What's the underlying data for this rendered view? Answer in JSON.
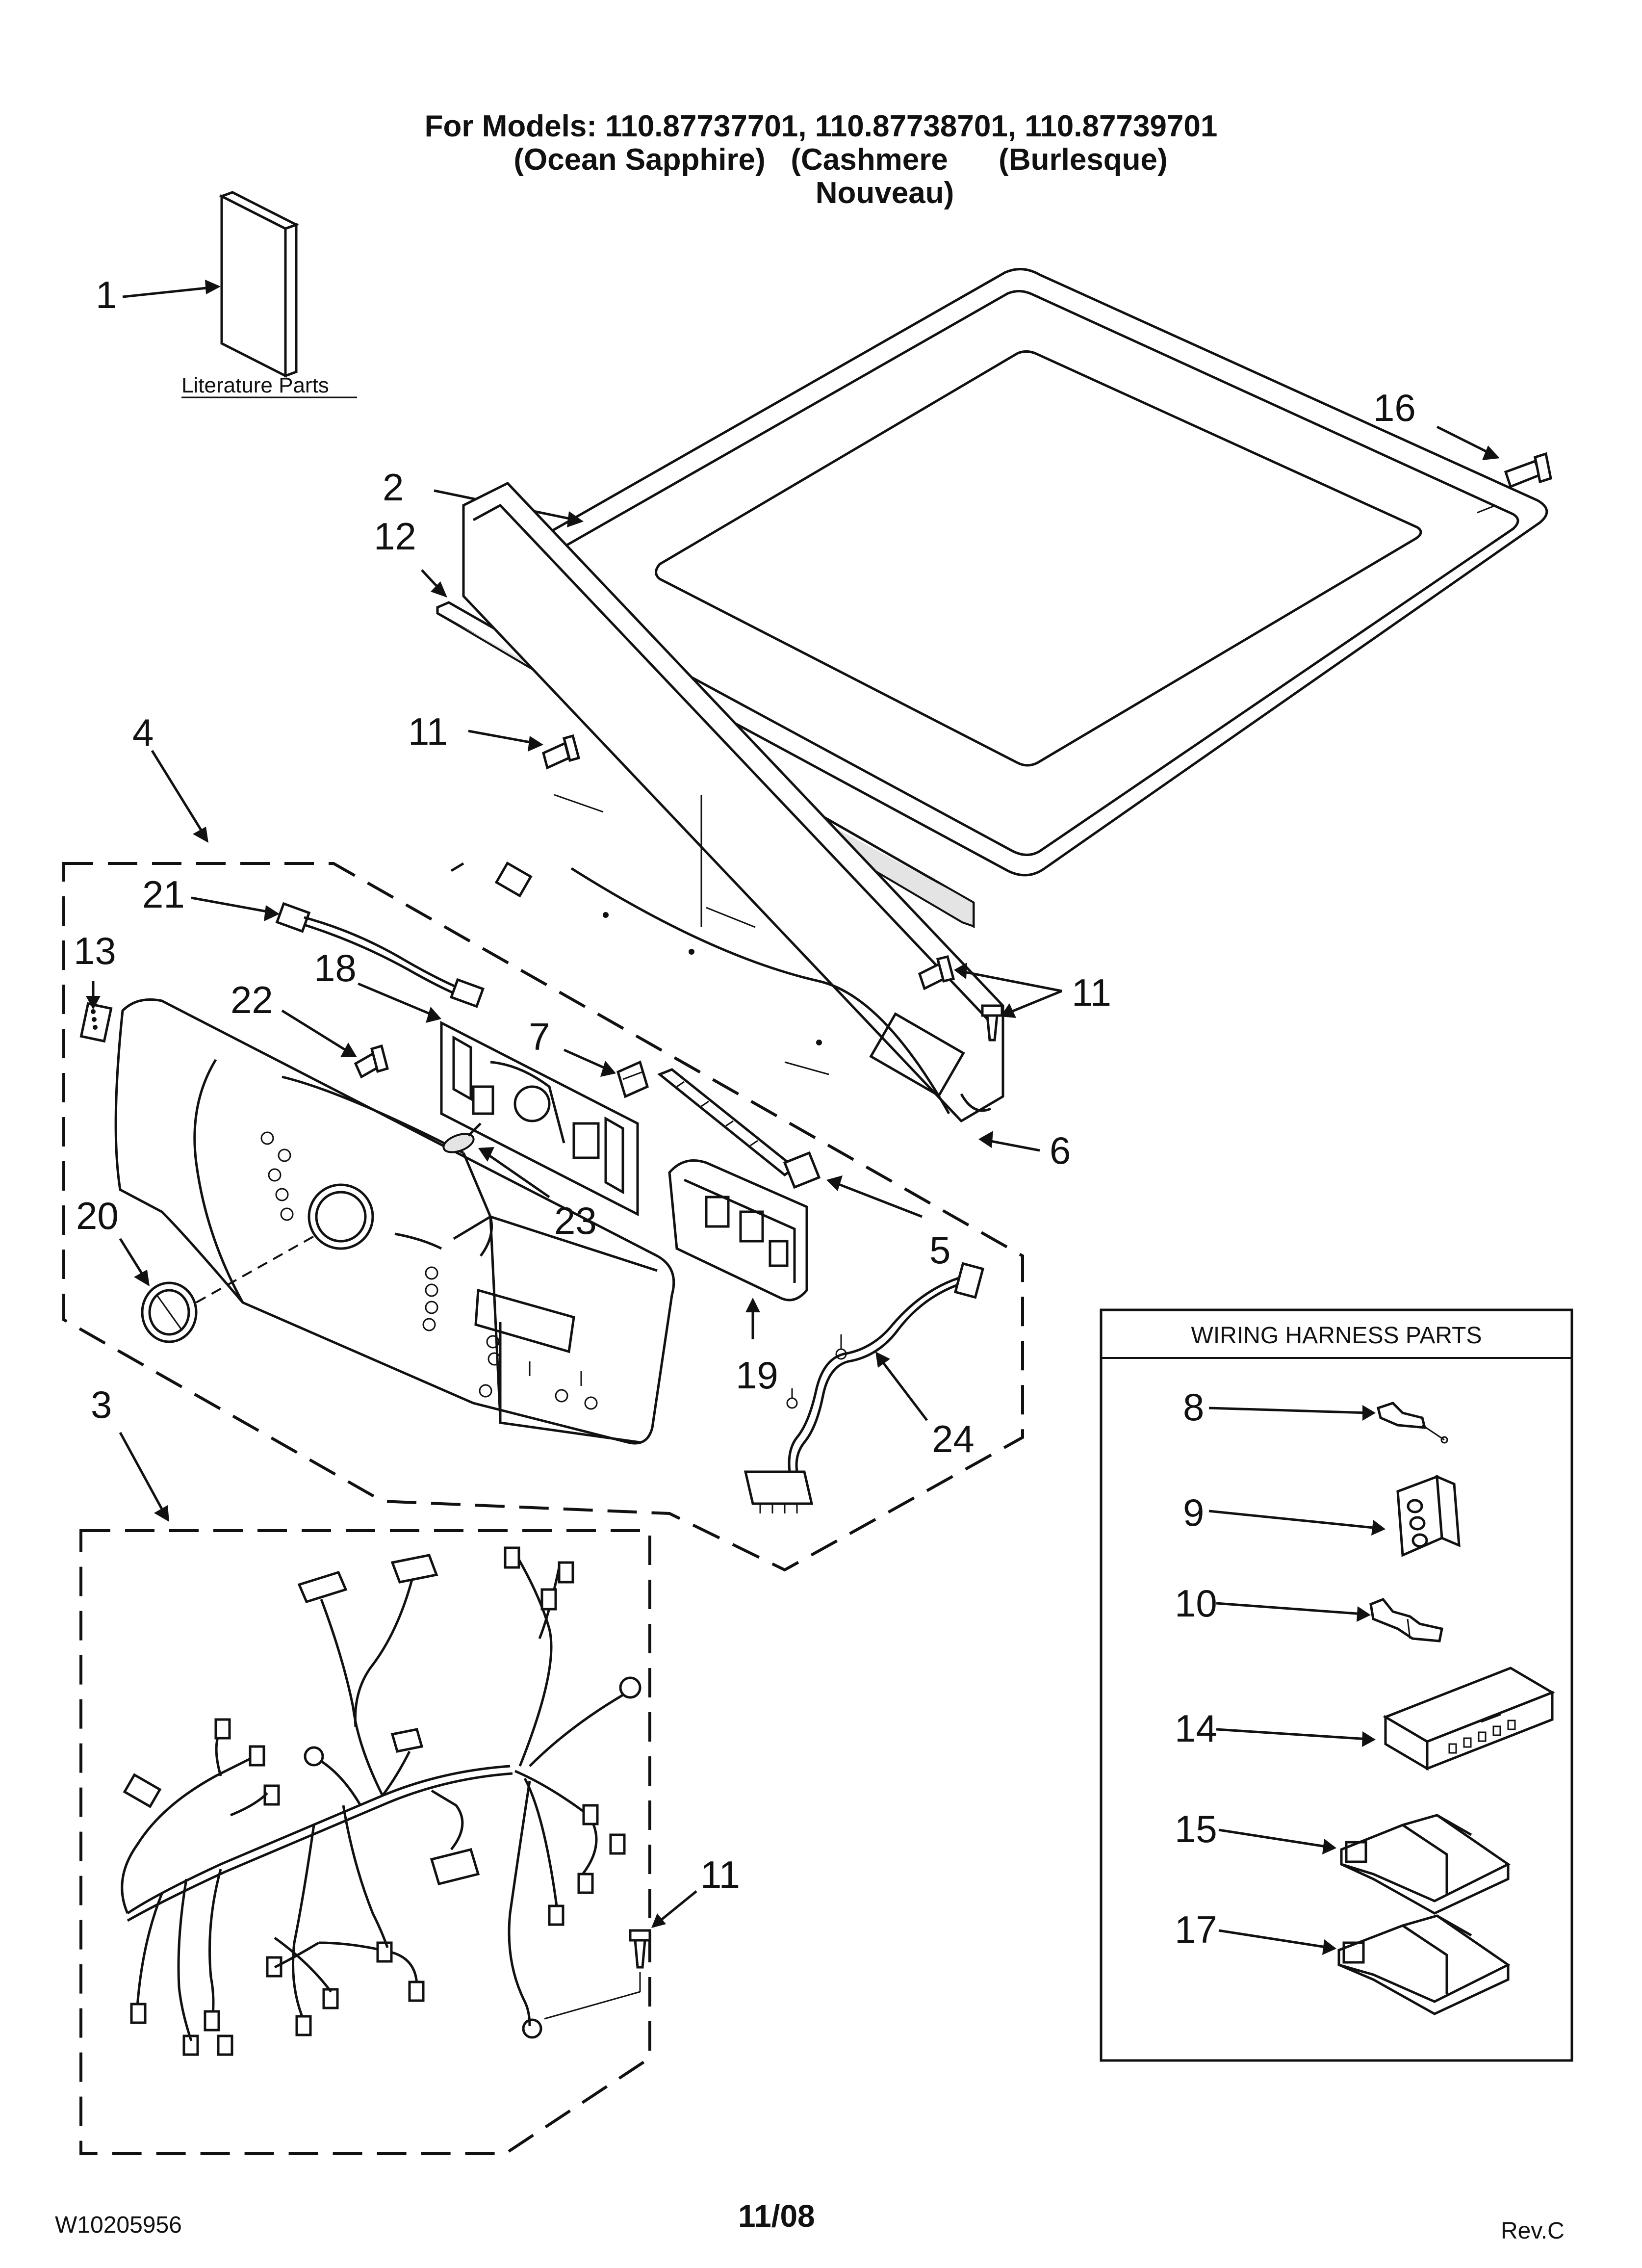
{
  "header": {
    "line1": "For Models: 110.87737701, 110.87738701, 110.87739701",
    "line2": "(Ocean Sapphire)   (Cashmere      (Burlesque)",
    "line3": "Nouveau)"
  },
  "literature_label": "Literature Parts",
  "wiring_box_title": "WIRING HARNESS PARTS",
  "callouts": {
    "c1": "1",
    "c2": "2",
    "c3": "3",
    "c4": "4",
    "c5": "5",
    "c6": "6",
    "c7": "7",
    "c8": "8",
    "c9": "9",
    "c10": "10",
    "c11": "11",
    "c12": "12",
    "c13": "13",
    "c14": "14",
    "c15": "15",
    "c16": "16",
    "c17": "17",
    "c18": "18",
    "c19": "19",
    "c20": "20",
    "c21": "21",
    "c22": "22",
    "c23": "23",
    "c24": "24"
  },
  "footer": {
    "doc_number": "W10205956",
    "date": "11/08",
    "revision": "Rev.C"
  }
}
